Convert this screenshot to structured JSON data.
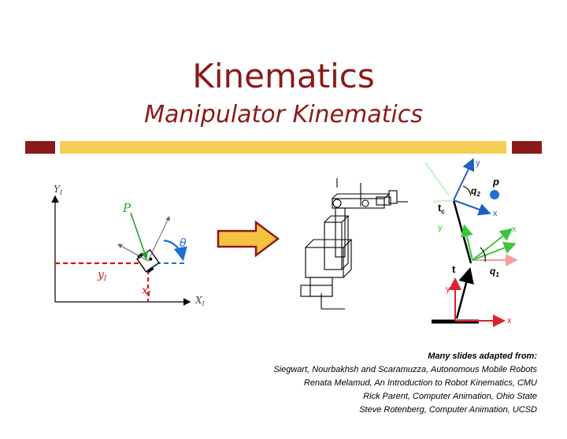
{
  "slide": {
    "title": "Kinematics",
    "subtitle": "Manipulator Kinematics"
  },
  "mobile_robot": {
    "y_axis": "Y",
    "y_axis_sub": "I",
    "x_axis": "X",
    "x_axis_sub": "I",
    "point": "P",
    "theta": "θ",
    "y_coord": "y",
    "y_coord_sub": "I",
    "x_coord": "x",
    "x_coord_sub": "I"
  },
  "manipulator": {
    "q1": "q",
    "q1_sub": "1",
    "q2": "q",
    "q2_sub": "2",
    "p": "p",
    "tc": "t",
    "tc_sub": "c",
    "t": "t",
    "x": "x",
    "y": "y"
  },
  "credits": {
    "heading": "Many slides adapted from:",
    "lines": [
      "Siegwart, Nourbakhsh and Scaramuzza, Autonomous Mobile Robots",
      "Renata Melamud, An Introduction to Robot Kinematics, CMU",
      "Rick Parent, Computer Animation, Ohio State",
      "Steve Rotenberg, Computer Animation, UCSD"
    ]
  },
  "colors": {
    "title": "#8b1a1a",
    "accent_bar": "#f4cf56",
    "arrow_fill": "#f5c342",
    "arrow_stroke": "#8b1a1a"
  }
}
